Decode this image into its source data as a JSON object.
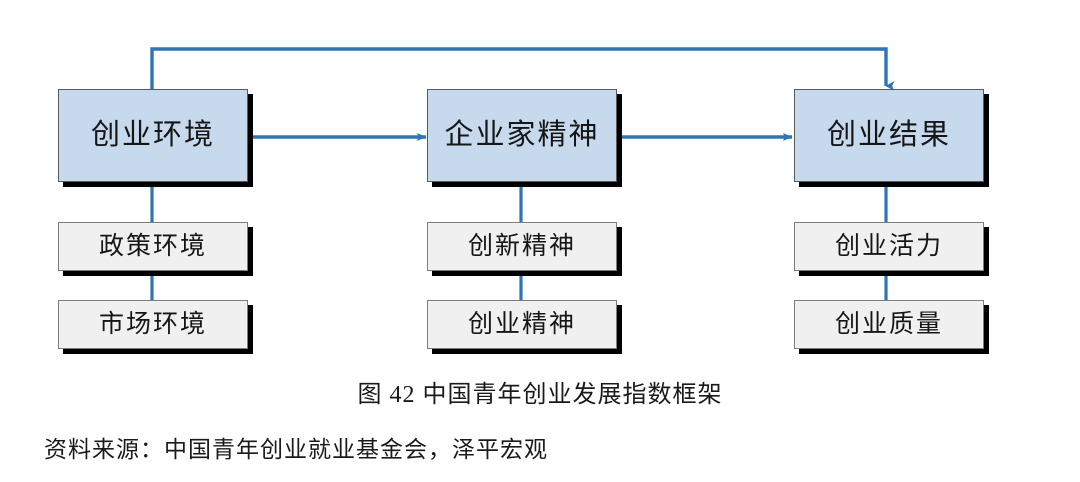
{
  "figure": {
    "caption": "图 42 中国青年创业发展指数框架",
    "source": "资料来源：中国青年创业就业基金会，泽平宏观"
  },
  "colors": {
    "main_box_fill": "#c6d9ed",
    "main_box_border": "#5a5a5a",
    "sub_box_fill": "#f0f0f0",
    "sub_box_border": "#7d7d7d",
    "connector": "#2e75b6",
    "shadow": "#000000",
    "background": "#ffffff"
  },
  "diagram": {
    "type": "flow-framework",
    "columns": [
      {
        "id": "column-environment",
        "main": {
          "label": "创业环境"
        },
        "sub": [
          {
            "label": "政策环境"
          },
          {
            "label": "市场环境"
          }
        ]
      },
      {
        "id": "column-entrepreneurship",
        "main": {
          "label": "企业家精神"
        },
        "sub": [
          {
            "label": "创新精神"
          },
          {
            "label": "创业精神"
          }
        ]
      },
      {
        "id": "column-outcome",
        "main": {
          "label": "创业结果"
        },
        "sub": [
          {
            "label": "创业活力"
          },
          {
            "label": "创业质量"
          }
        ]
      }
    ],
    "connectors": [
      {
        "id": "arrow-environment-to-entrepreneurship",
        "kind": "arrow-right"
      },
      {
        "id": "arrow-entrepreneurship-to-outcome",
        "kind": "arrow-right"
      },
      {
        "id": "arrow-environment-feedback-to-outcome",
        "kind": "arrow-loop-top-down"
      },
      {
        "id": "line-environment-to-subitems",
        "kind": "line-vertical"
      },
      {
        "id": "line-entrepreneurship-to-subitems",
        "kind": "line-vertical"
      },
      {
        "id": "line-outcome-to-subitems",
        "kind": "line-vertical"
      }
    ]
  }
}
